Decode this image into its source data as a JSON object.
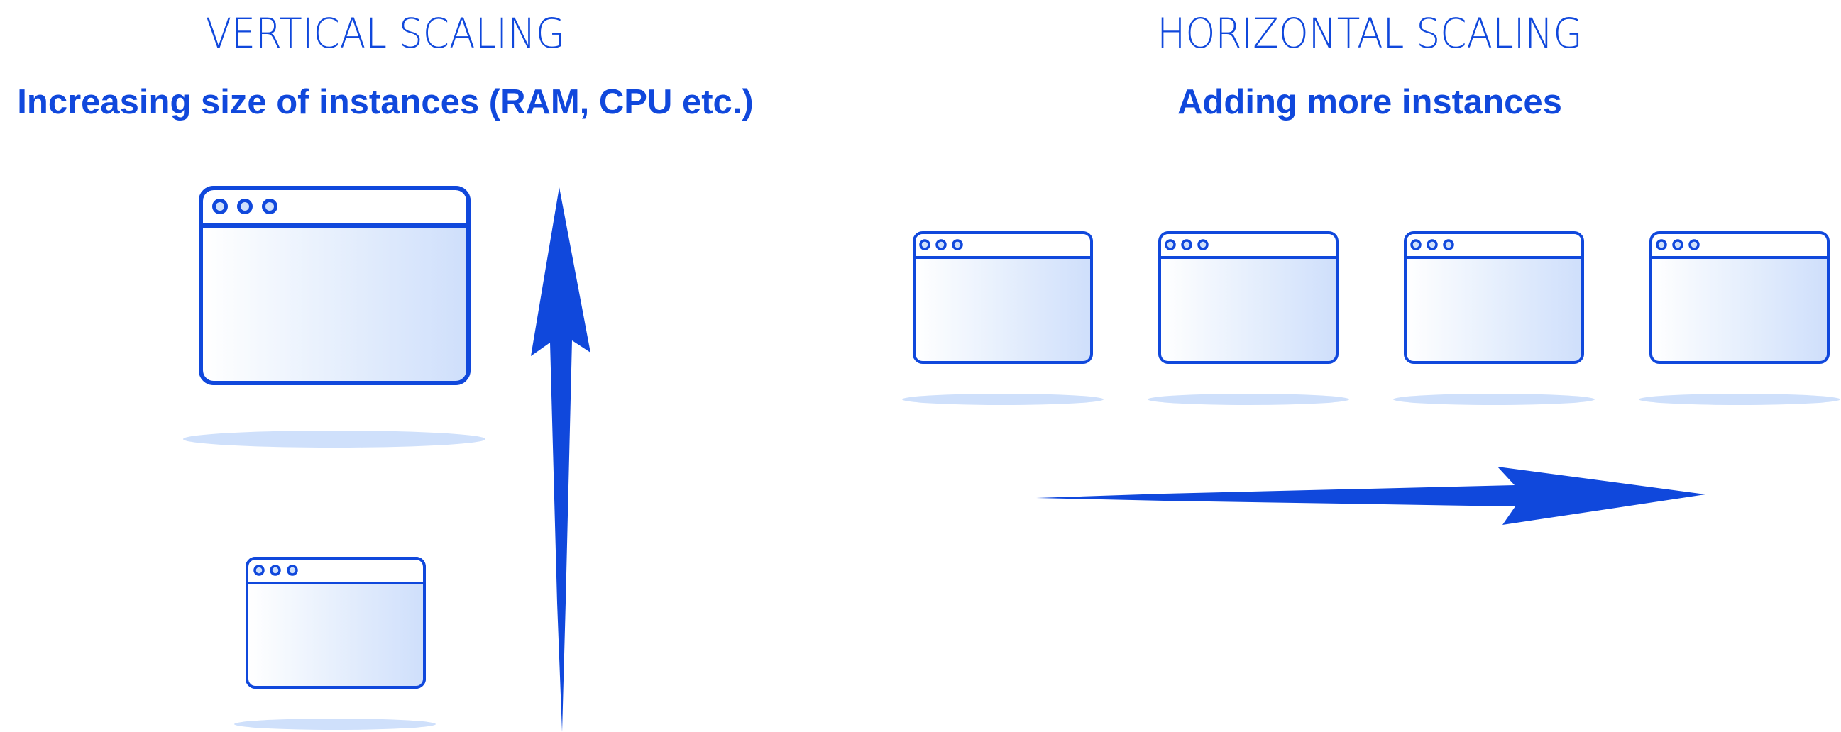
{
  "colors": {
    "accent": "#1048dc",
    "fill_light": "#d0e0fb",
    "fill_white": "#ffffff",
    "shadow": "#cfe0fb",
    "background": "#ffffff"
  },
  "vertical": {
    "title": "VERTICAL SCALING",
    "subtitle": "Increasing size of instances (RAM, CPU etc.)",
    "instances": [
      {
        "size": "large",
        "label": "large-instance-window"
      },
      {
        "size": "small",
        "label": "small-instance-window"
      }
    ],
    "arrow_direction": "up"
  },
  "horizontal": {
    "title": "HORIZONTAL SCALING",
    "subtitle": "Adding more instances",
    "instances": [
      {
        "size": "small",
        "label": "instance-window-1"
      },
      {
        "size": "small",
        "label": "instance-window-2"
      },
      {
        "size": "small",
        "label": "instance-window-3"
      },
      {
        "size": "small",
        "label": "instance-window-4"
      }
    ],
    "arrow_direction": "right"
  }
}
